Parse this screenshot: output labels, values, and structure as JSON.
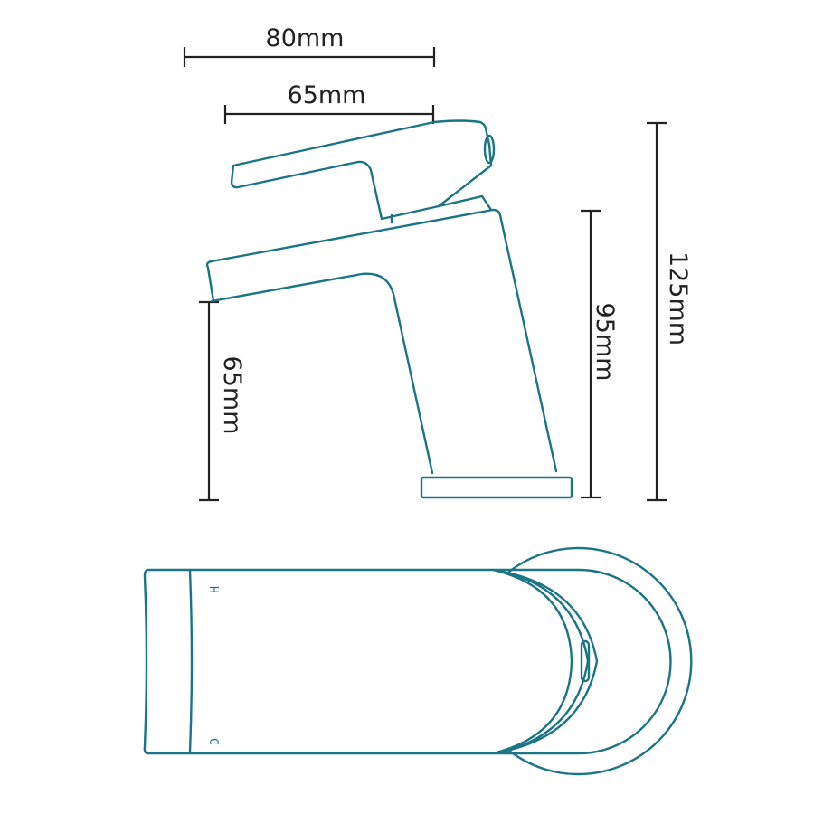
{
  "dimensions": {
    "overall_width": "80mm",
    "spout_reach": "65mm",
    "spout_height": "65mm",
    "body_height": "95mm",
    "total_height": "125mm"
  },
  "markings": {
    "hot": "H",
    "cold": "C"
  },
  "colors": {
    "outline": "#1b7585",
    "dimension_lines": "#222222"
  }
}
